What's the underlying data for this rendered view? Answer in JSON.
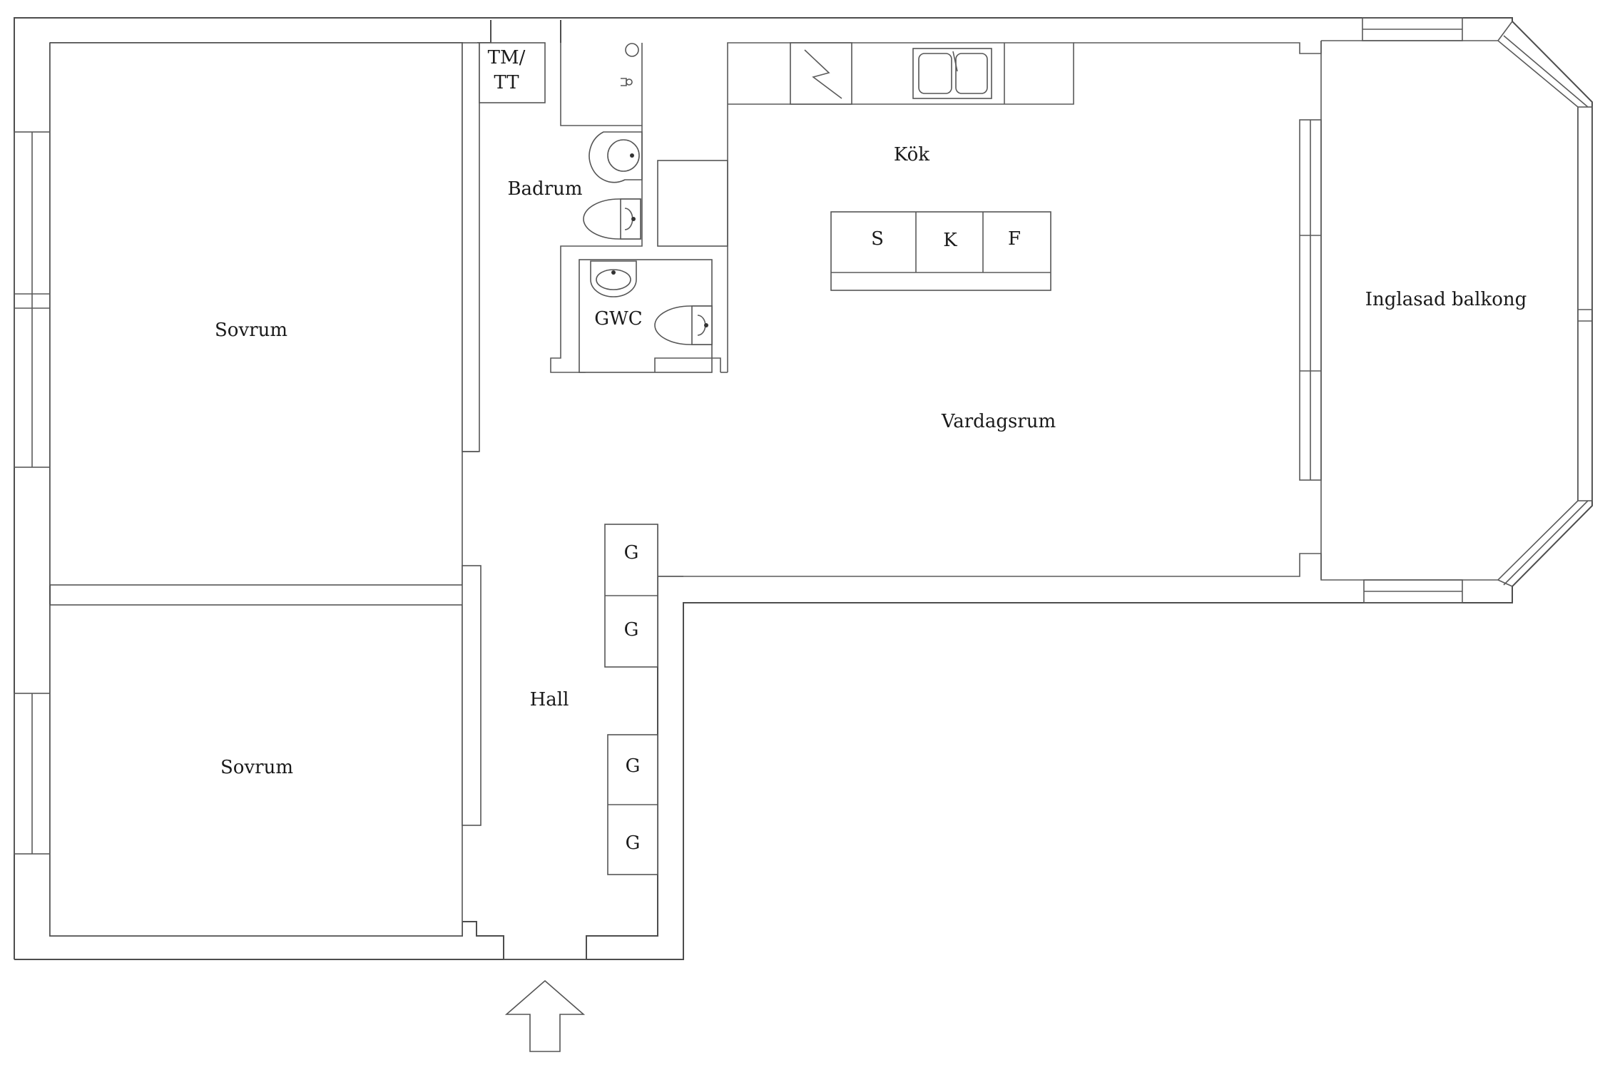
{
  "rooms": {
    "bedroom_top": "Sovrum",
    "bedroom_bottom": "Sovrum",
    "bathroom": "Badrum",
    "guest_wc": "GWC",
    "kitchen": "Kök",
    "living_room": "Vardagsrum",
    "balcony": "Inglasad balkong",
    "hall": "Hall"
  },
  "fixtures": {
    "washer_dryer_line1": "TM/",
    "washer_dryer_line2": "TT",
    "stove": "S",
    "fridge": "K",
    "freezer": "F",
    "wardrobe_1": "G",
    "wardrobe_2": "G",
    "wardrobe_3": "G",
    "wardrobe_4": "G"
  },
  "icons": {
    "entrance": "entrance-arrow-icon",
    "toilet": "toilet-icon",
    "sink": "sink-icon",
    "kitchen_sink": "kitchen-sink-icon",
    "shower": "shower-icon",
    "chimney": "chimney-icon"
  }
}
